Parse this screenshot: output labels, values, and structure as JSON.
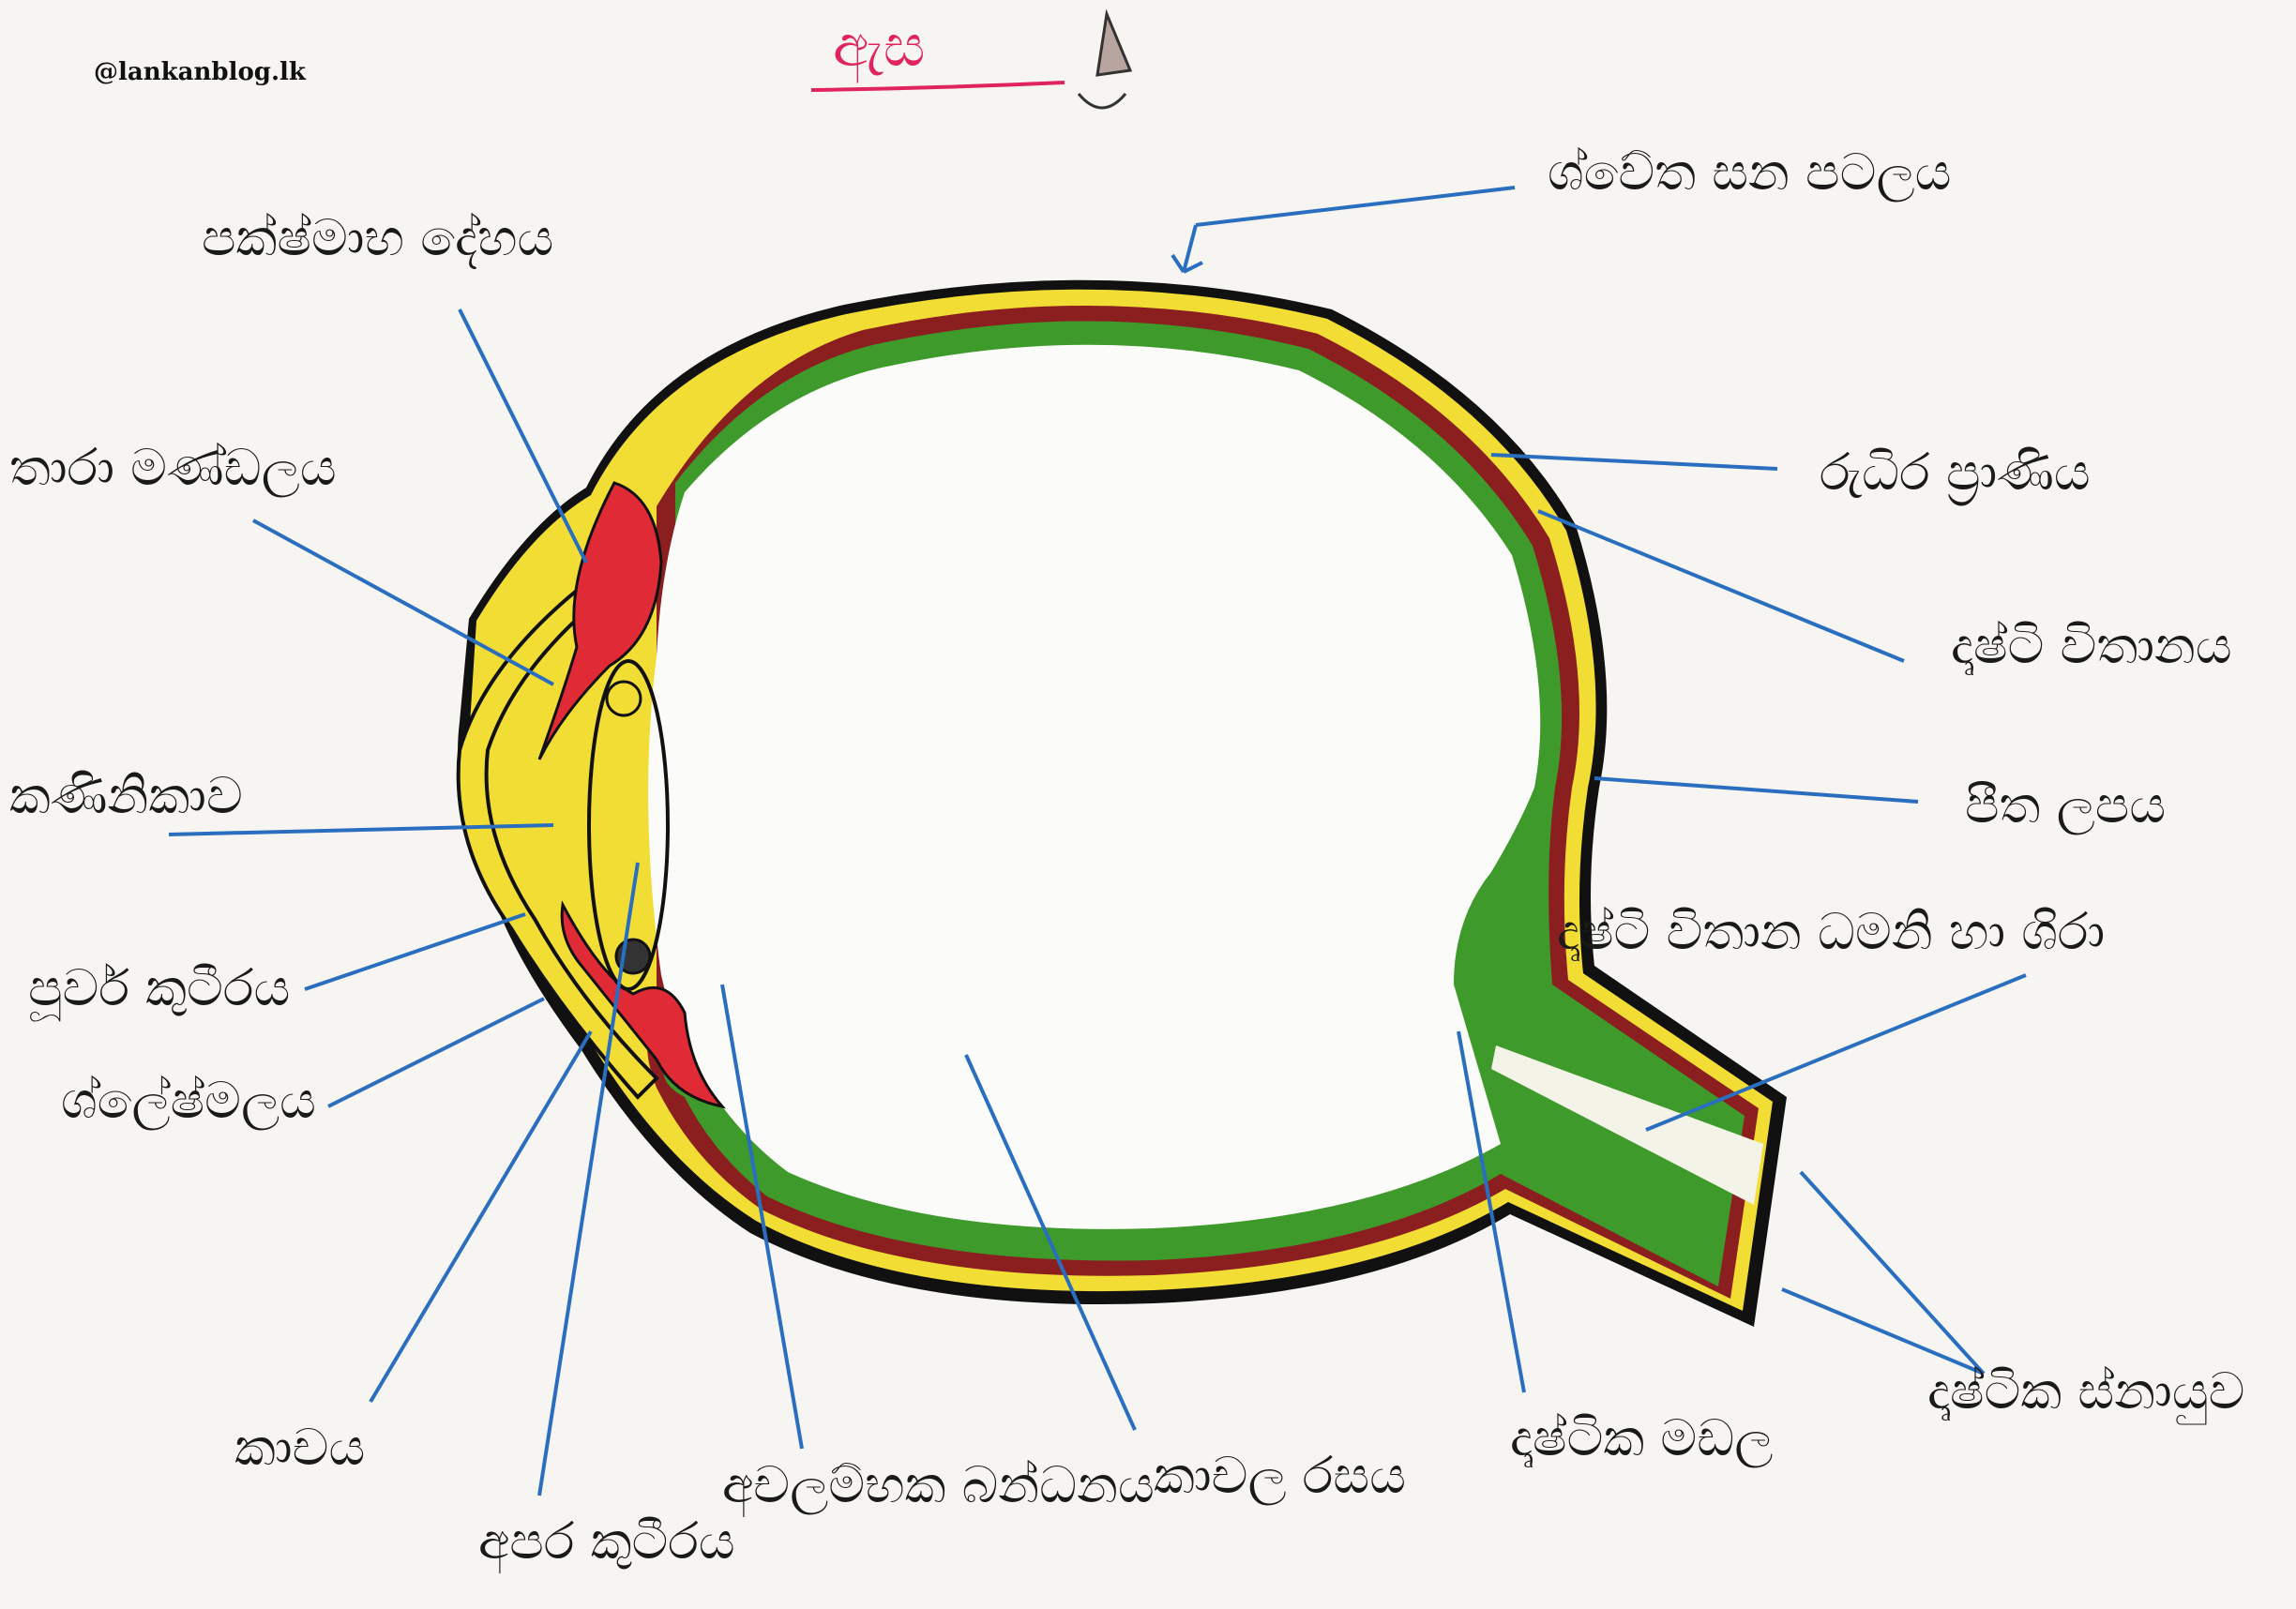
{
  "watermark": "@lankanblog.lk",
  "title": "ඇස",
  "colors": {
    "sclera_outer": "#1a1a1a",
    "choroid_yellow": "#f2dd35",
    "choroid_red": "#8b1f1f",
    "retina_green": "#3f9a2c",
    "iris_red": "#e02a35",
    "pointer_line": "#2a6fbf",
    "title_red": "#e0245e"
  },
  "labels": {
    "sclera": "ශ්වේත සන පටලය",
    "ciliary_body": "පක්ෂ්මාභ දේහය",
    "iris": "තාරා මණ්ඩලය",
    "pupil": "කණිනිකාව",
    "anterior_chamber": "පූර්ව කුටීරය",
    "conjunctiva": "ශ්ලේෂ්මලය",
    "cornea": "කාචය",
    "posterior_chamber": "අපර කුටීරය",
    "suspensory_ligament": "අචලම්භක බන්ධනය",
    "vitreous_humour": "කාචල රසය",
    "blind_spot": "දෘෂ්ටික මඩල",
    "optic_nerve_bundle": "දෘෂ්ටික ස්නායුව",
    "optic_vessels": "දෘෂ්ටි විතාන ධමනි හා ශිරා",
    "fovea": "පීත ලපය",
    "retina": "දෘෂ්ටි විතානය",
    "choroid": "රුධිර ප්‍රාණිය"
  }
}
